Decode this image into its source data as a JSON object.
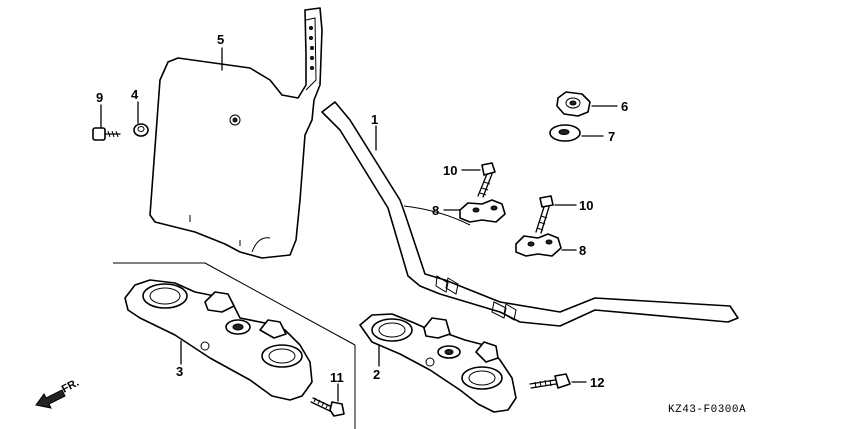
{
  "callouts": {
    "c1": "1",
    "c2": "2",
    "c3": "3",
    "c4": "4",
    "c5": "5",
    "c6": "6",
    "c7": "7",
    "c8a": "8",
    "c8b": "8",
    "c9": "9",
    "c10a": "10",
    "c10b": "10",
    "c11": "11",
    "c12": "12"
  },
  "direction_label": "FR.",
  "diagram_code": "KZ43-F0300A",
  "icons": [
    "front-direction-arrow-icon"
  ]
}
